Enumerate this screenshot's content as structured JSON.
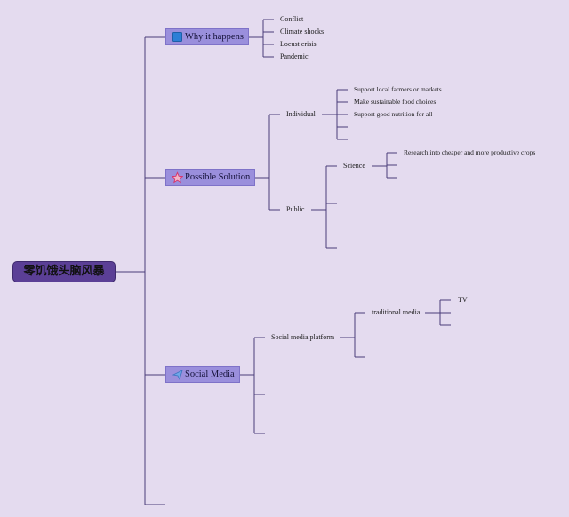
{
  "root": {
    "label": "零饥饿头脑风暴"
  },
  "topics": {
    "why": {
      "label": "Why it happens",
      "icon": "blue-square-icon",
      "children": [
        "Conflict",
        "Climate shocks",
        "Locust crisis",
        "Pandemic"
      ]
    },
    "solution": {
      "label": "Possible Solution",
      "icon": "star-icon",
      "individual": {
        "label": "Individual",
        "children": [
          "Support local farmers or markets",
          "Make sustainable food choices",
          "Support good nutrition for all"
        ]
      },
      "public": {
        "label": "Public",
        "science": {
          "label": "Science",
          "children": [
            "Research into cheaper and more productive crops"
          ]
        }
      }
    },
    "social": {
      "label": "Social Media",
      "icon": "paper-plane-icon",
      "platform": {
        "label": "Social media platform",
        "traditional": {
          "label": "traditional media",
          "children": [
            "TV"
          ]
        }
      }
    }
  },
  "colors": {
    "background": "#e4dbef",
    "root": "#5b3f96",
    "topic": "#9a8fdc",
    "line": "#4a3d7a"
  }
}
